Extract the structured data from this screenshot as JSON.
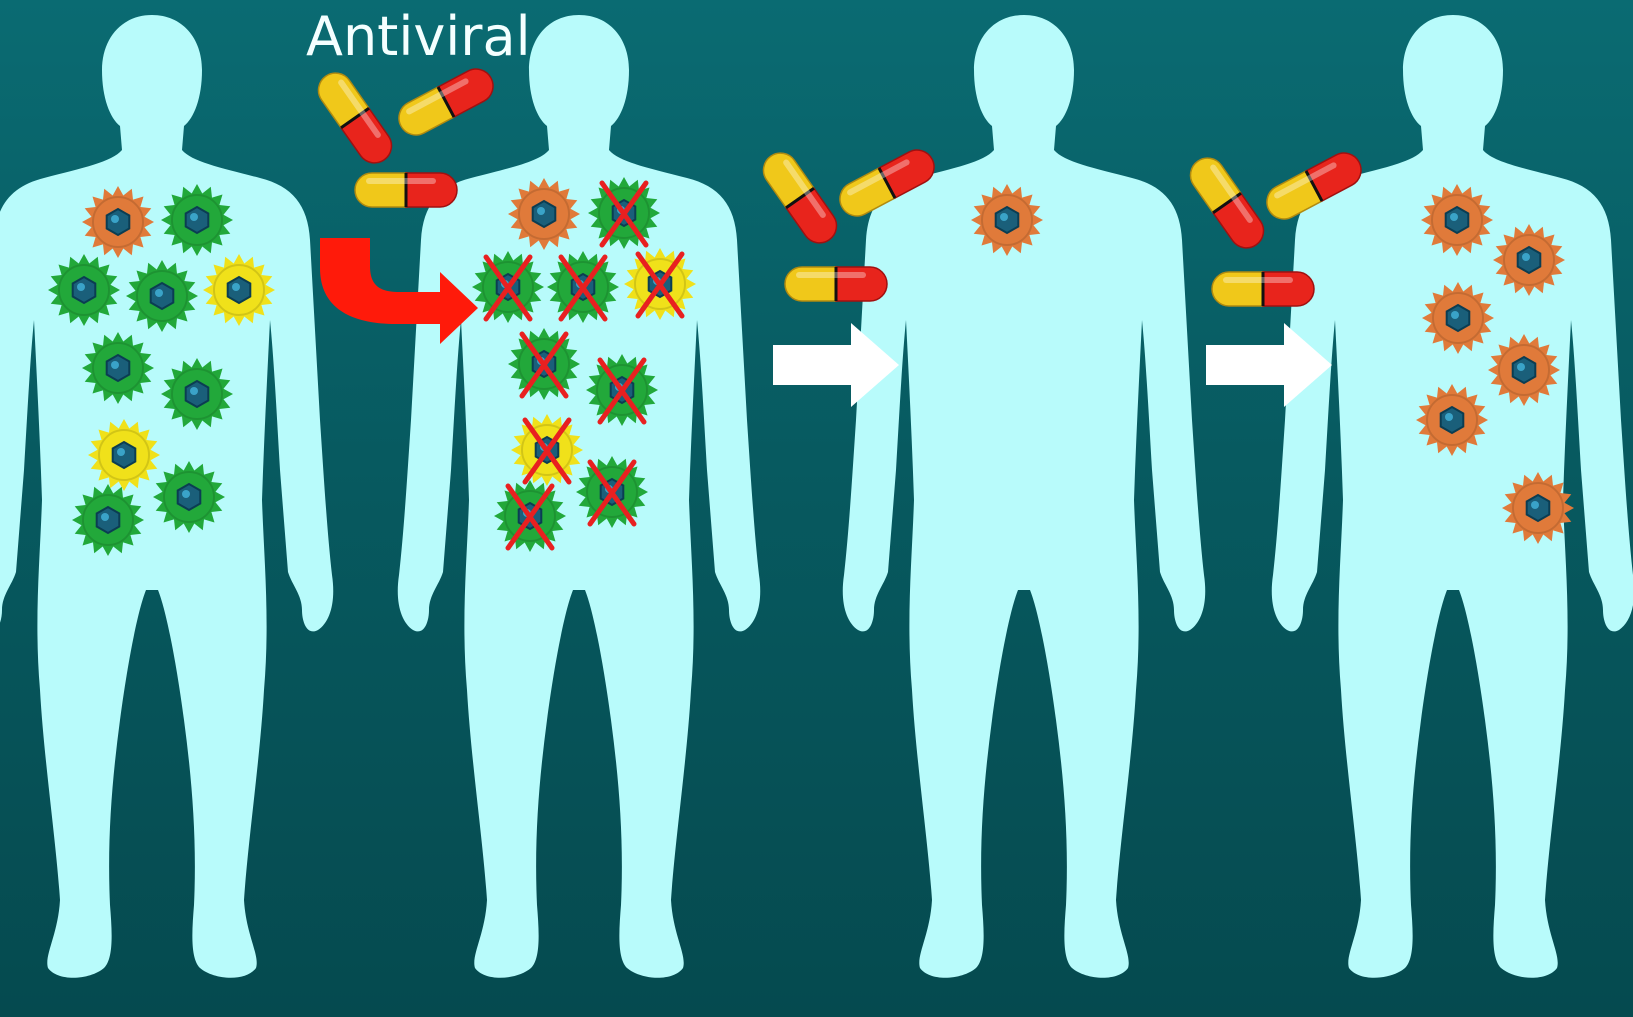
{
  "title": "Antiviral",
  "colors": {
    "background_top": "#0a6b72",
    "background_bottom": "#054a4f",
    "body": "#b8fbfb",
    "virus_green": "#22a83a",
    "virus_yellow": "#f0e11a",
    "virus_orange": "#e07a3a",
    "virus_core": "#1a5f7a",
    "capsule_red": "#e8241c",
    "capsule_yellow": "#f0c81a",
    "cross": "#e82020",
    "arrow_red": "#ff1a0a",
    "arrow_white": "#ffffff"
  },
  "stages": [
    {
      "id": "initial-infection",
      "viruses": [
        {
          "color": "orange",
          "destroyed": false
        },
        {
          "color": "green",
          "destroyed": false
        },
        {
          "color": "green",
          "destroyed": false
        },
        {
          "color": "green",
          "destroyed": false
        },
        {
          "color": "yellow",
          "destroyed": false
        },
        {
          "color": "green",
          "destroyed": false
        },
        {
          "color": "green",
          "destroyed": false
        },
        {
          "color": "yellow",
          "destroyed": false
        },
        {
          "color": "green",
          "destroyed": false
        },
        {
          "color": "green",
          "destroyed": false
        }
      ]
    },
    {
      "id": "treatment",
      "viruses": [
        {
          "color": "orange",
          "destroyed": false
        },
        {
          "color": "green",
          "destroyed": true
        },
        {
          "color": "green",
          "destroyed": true
        },
        {
          "color": "green",
          "destroyed": true
        },
        {
          "color": "yellow",
          "destroyed": true
        },
        {
          "color": "green",
          "destroyed": true
        },
        {
          "color": "green",
          "destroyed": true
        },
        {
          "color": "yellow",
          "destroyed": true
        },
        {
          "color": "green",
          "destroyed": true
        },
        {
          "color": "green",
          "destroyed": true
        }
      ]
    },
    {
      "id": "resistant-survivor",
      "viruses": [
        {
          "color": "orange",
          "destroyed": false
        }
      ]
    },
    {
      "id": "resistant-population",
      "viruses": [
        {
          "color": "orange",
          "destroyed": false
        },
        {
          "color": "orange",
          "destroyed": false
        },
        {
          "color": "orange",
          "destroyed": false
        },
        {
          "color": "orange",
          "destroyed": false
        },
        {
          "color": "orange",
          "destroyed": false
        },
        {
          "color": "orange",
          "destroyed": false
        }
      ]
    }
  ],
  "capsule_groups": 3,
  "capsules_per_group": 3
}
